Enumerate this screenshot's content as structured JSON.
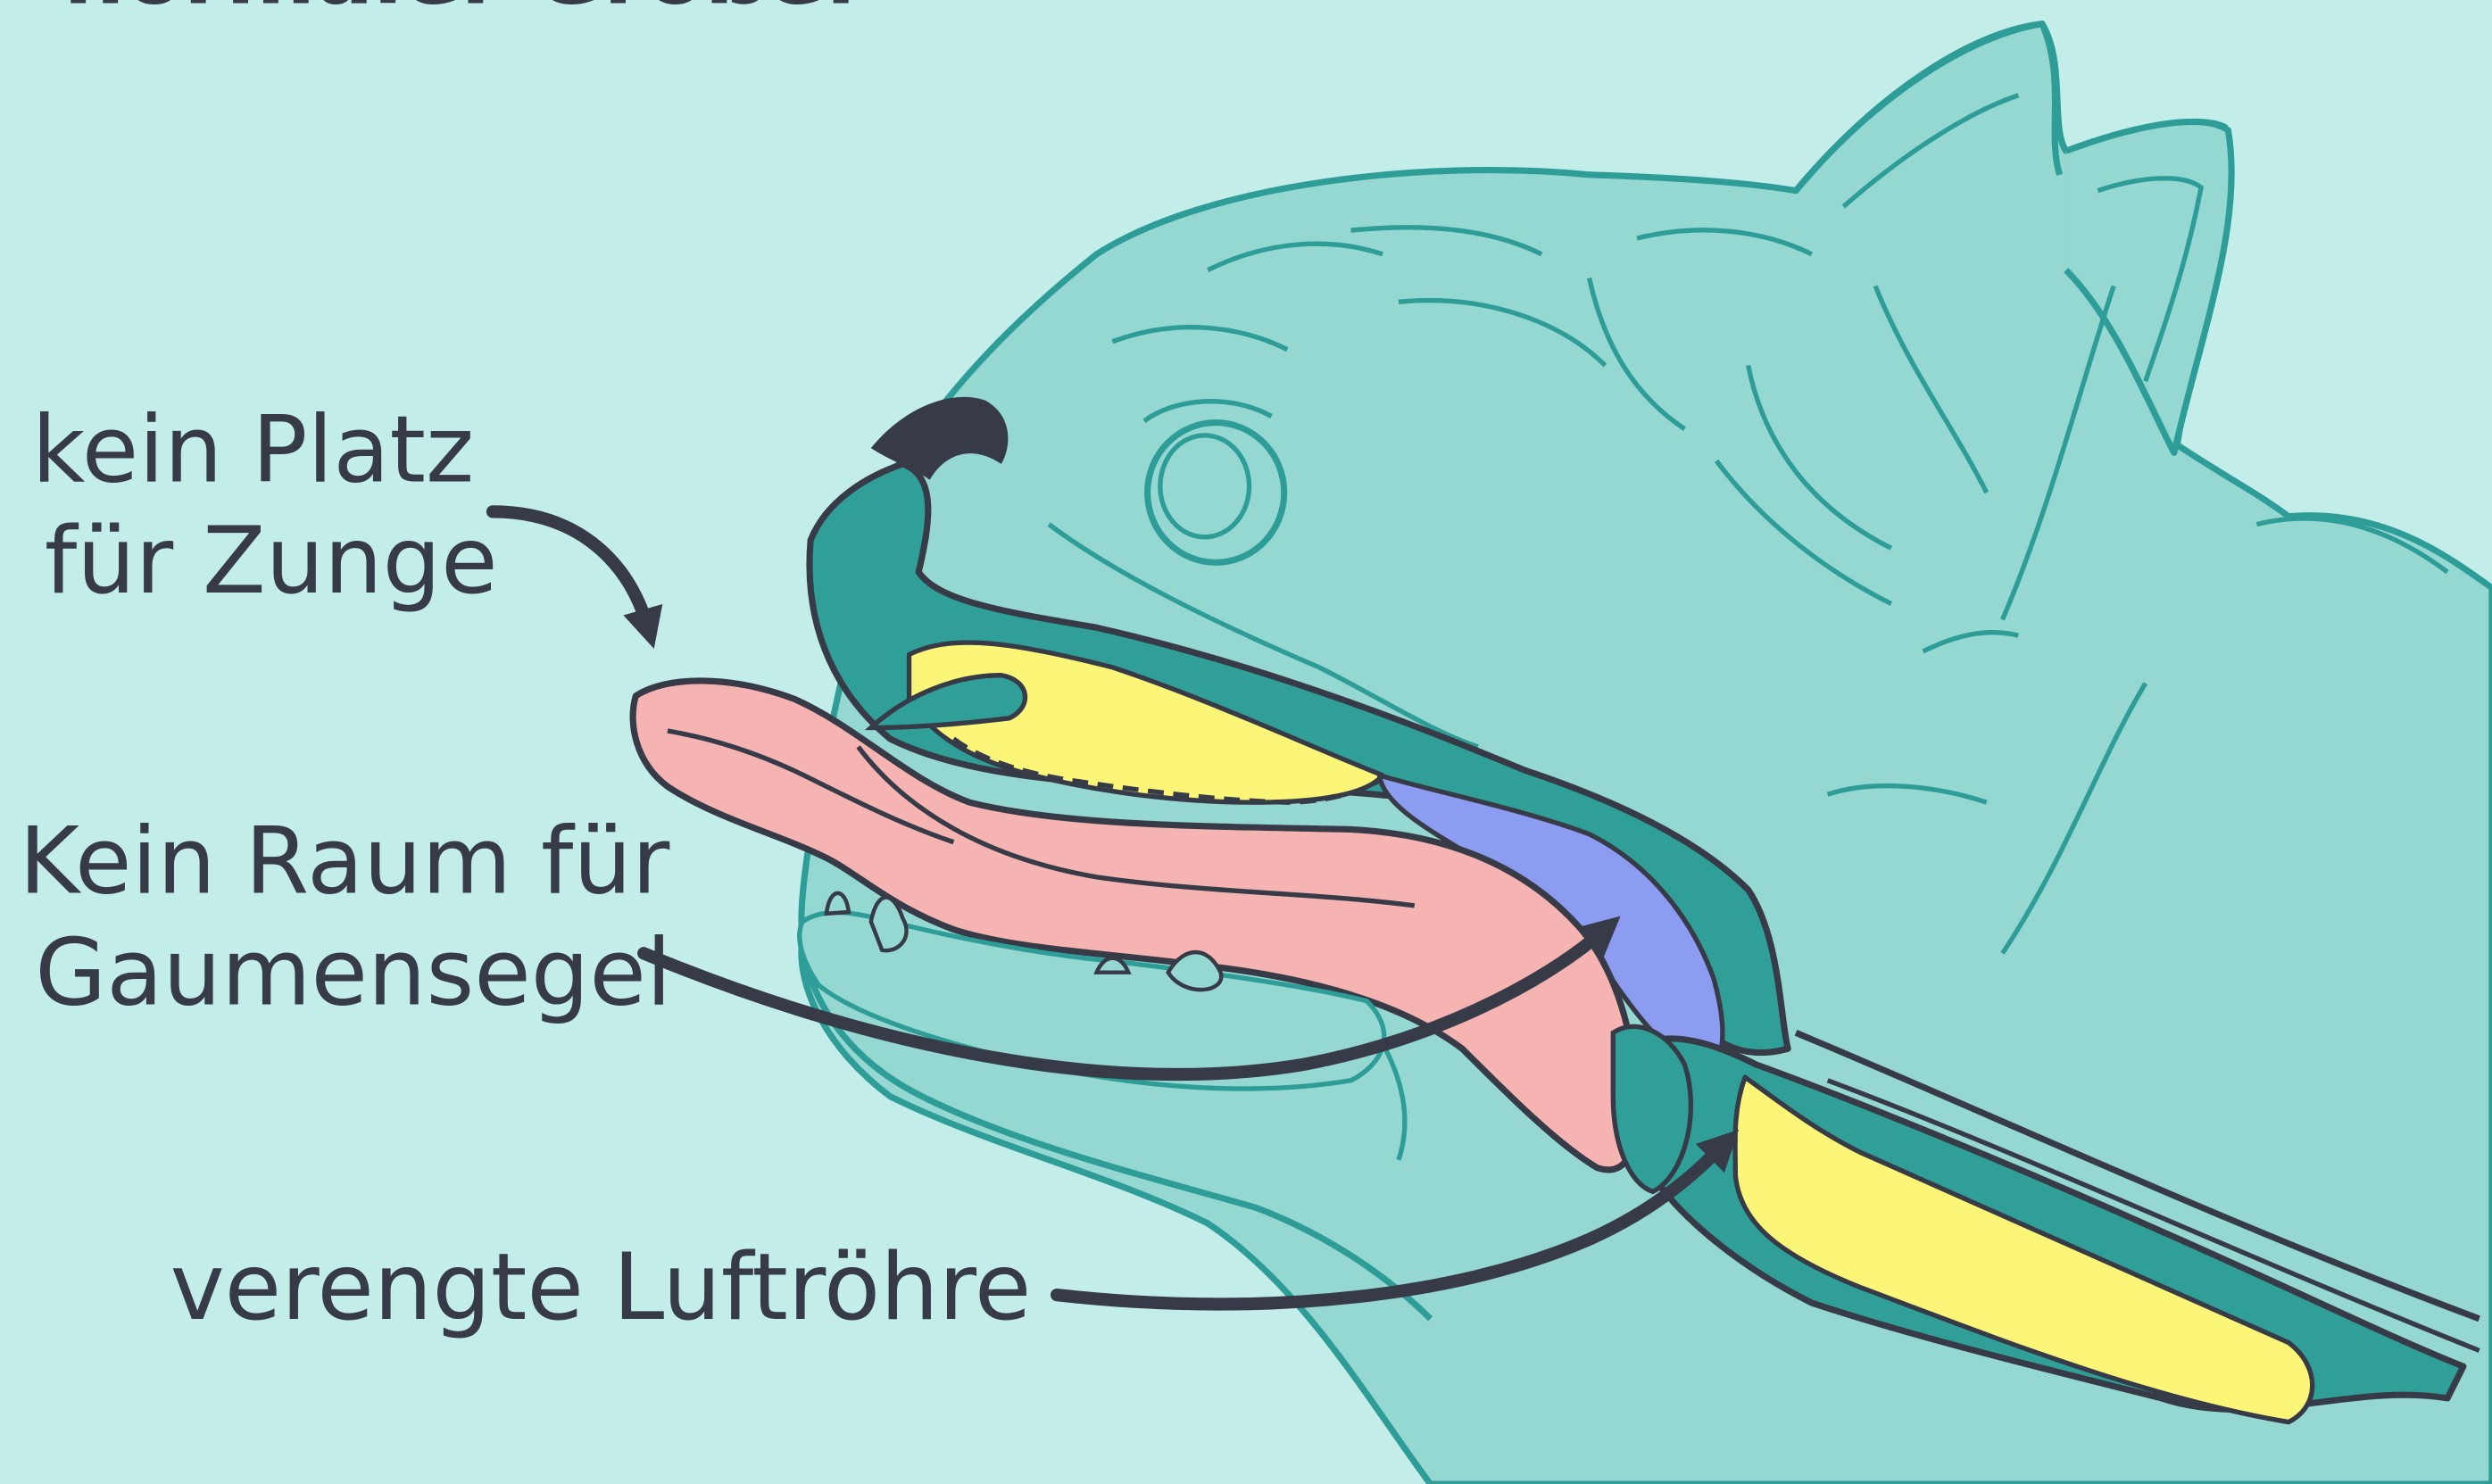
{
  "title_fragment": "normaler Größe.",
  "labels": {
    "tongue_line1": "kein Platz",
    "tongue_line2": "für Zunge",
    "palate_line1": "Kein Raum für",
    "palate_line2": "Gaumensegel",
    "trachea": "verengte Luftröhre"
  },
  "colors": {
    "background": "#c3ede9",
    "head_fill": "#95d7d1",
    "outline": "#2e9c97",
    "tissue_dark": "#2f9f98",
    "palate_yellow": "#fbf678",
    "soft_palate_blue": "#8c9cf0",
    "tongue_pink": "#f5b3b1",
    "ink": "#373a47"
  }
}
